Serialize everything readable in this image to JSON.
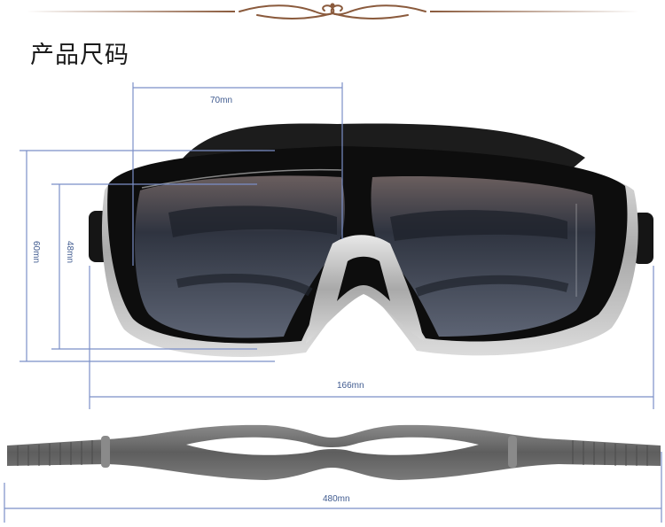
{
  "heading": "产品尺码",
  "dimensions": {
    "lens_width": "70mn",
    "lens_height_outer": "60mn",
    "lens_height_inner": "48mn",
    "frame_width": "166mn",
    "strap_length": "480mn"
  },
  "colors": {
    "ornament": "#8a5a3c",
    "dimension_line": "#7b8fc7",
    "dimension_text": "#3f5a8f",
    "frame": "#111111",
    "silver": "#c4c4c4",
    "lens": "#4d5160",
    "strap": "#6f6f6f"
  },
  "icons": [
    "decorative-divider-icon",
    "swim-goggles-image",
    "goggle-strap-image"
  ]
}
